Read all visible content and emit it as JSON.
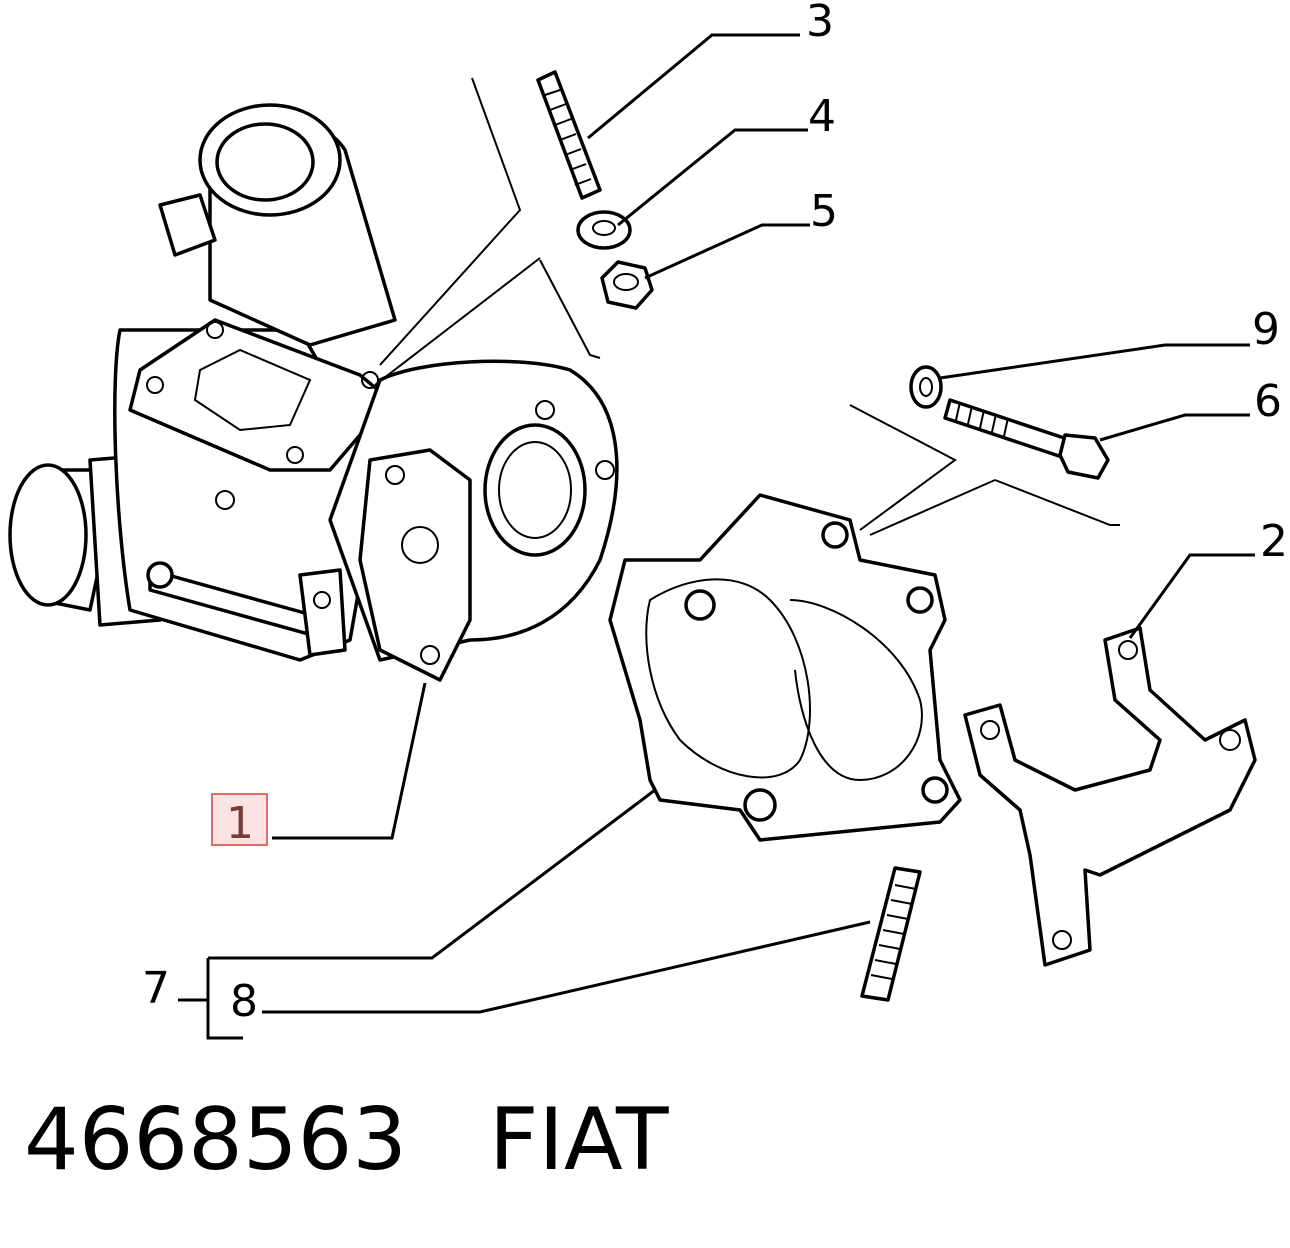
{
  "callouts": {
    "c1": "1",
    "c2": "2",
    "c3": "3",
    "c4": "4",
    "c5": "5",
    "c6": "6",
    "c7": "7",
    "c8": "8",
    "c9": "9"
  },
  "highlight": {
    "label": "1",
    "color": "#e06b6b",
    "fill": "#fbe3e3"
  },
  "caption": {
    "part_number": "4668563",
    "brand": "FIAT"
  }
}
